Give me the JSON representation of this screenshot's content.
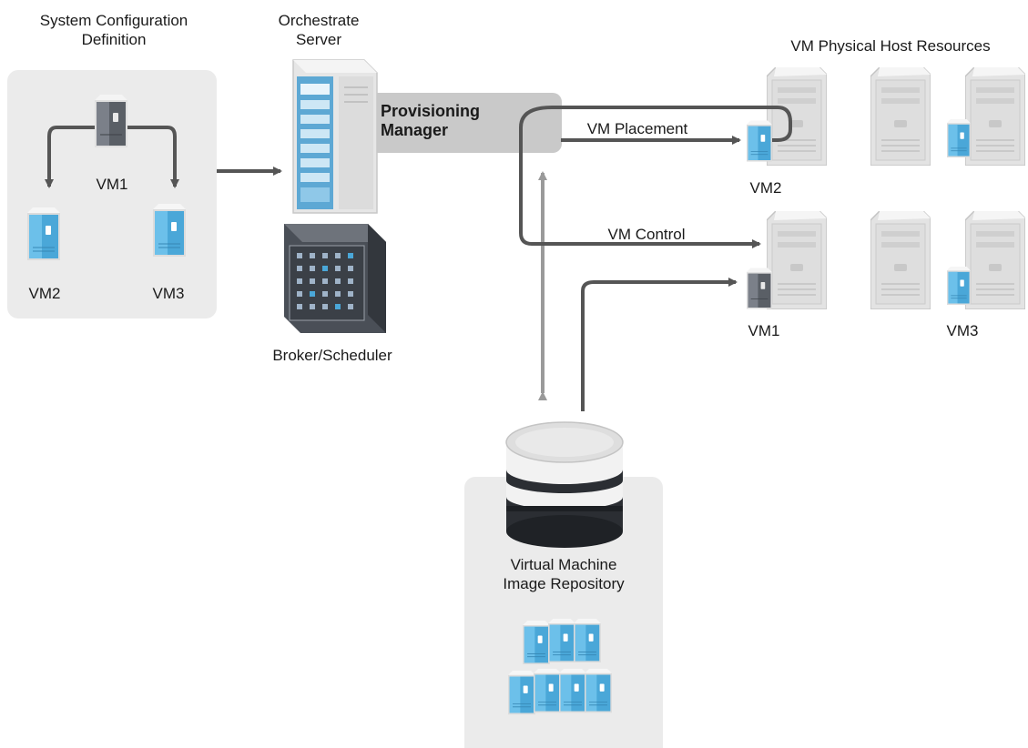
{
  "labels": {
    "system_config": "System Configuration\nDefinition",
    "orchestrate_server": "Orchestrate\nServer",
    "provisioning_manager": "Provisioning\nManager",
    "physical_hosts": "VM Physical Host Resources",
    "vm_placement": "VM Placement",
    "vm_control": "VM Control",
    "broker_scheduler": "Broker/Scheduler",
    "repository": "Virtual Machine\nImage Repository",
    "config_vm1": "VM1",
    "config_vm2": "VM2",
    "config_vm3": "VM3",
    "host_vm2": "VM2",
    "host_vm1": "VM1",
    "host_vm3": "VM3"
  },
  "icons": {
    "vm": "vm-server-icon",
    "host": "physical-host-icon",
    "server": "orchestrate-server-icon",
    "broker": "broker-cube-icon",
    "database": "database-icon"
  },
  "colors": {
    "panel": "#ebebeb",
    "arrow_dark": "#555555",
    "arrow_light": "#9a9a9a",
    "vm_blue": "#4aa7d8",
    "host_gray": "#d9d9d9"
  }
}
